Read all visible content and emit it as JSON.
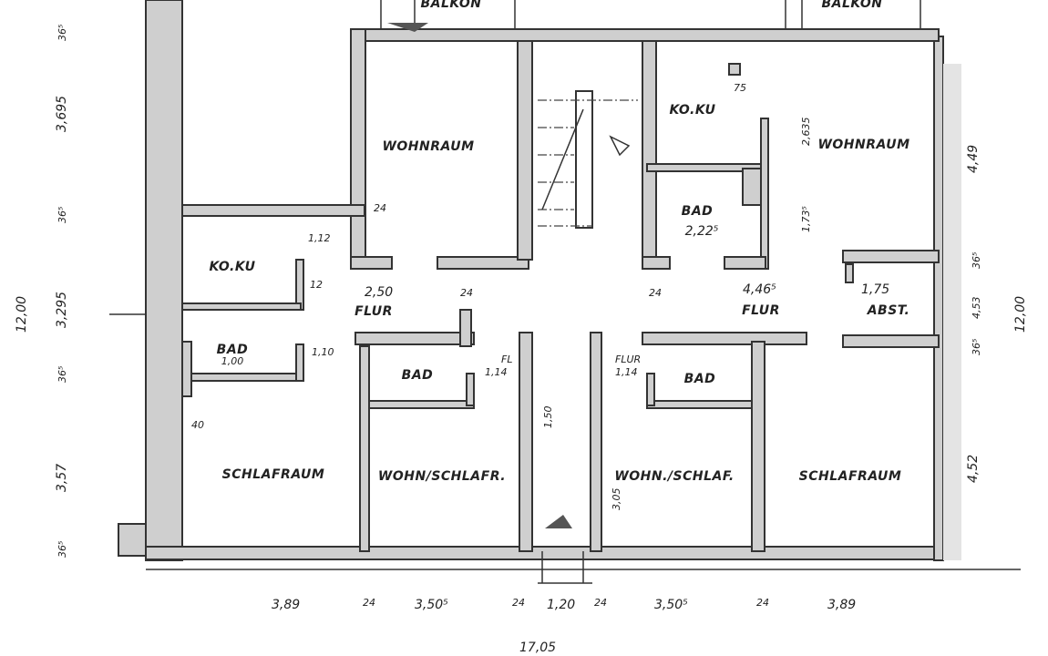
{
  "rooms": {
    "balkon_left": "BALKON",
    "balkon_right": "BALKON",
    "wohnraum_left": "WOHNRAUM",
    "wohnraum_right": "WOHNRAUM",
    "koku_left": "KO.KU",
    "koku_right": "KO.KU",
    "bad_right_upper": "BAD",
    "bad_right_upper_dim": "2,22⁵",
    "flur_left": "FLUR",
    "flur_right": "FLUR",
    "abst": "ABST.",
    "bad_left_small": "BAD",
    "bad_left_small_dim": "1,00",
    "bad_left": "BAD",
    "bad_right": "BAD",
    "fl_left": "FL",
    "flur_small_right": "FLUR",
    "schlafraum_left": "SCHLAFRAUM",
    "wohn_schlaf_left": "WOHN/SCHLAFR.",
    "wohn_schlaf_right": "WOHN./SCHLAF.",
    "schlafraum_right": "SCHLAFRAUM"
  },
  "dimensions": {
    "left_vertical": [
      "3,695",
      "3,295",
      "3,57",
      "12,00"
    ],
    "left_small": [
      "36⁵",
      "36⁵",
      "36⁵",
      "36⁵"
    ],
    "right_vertical": [
      "4,49",
      "4,52",
      "12,00",
      "4,53"
    ],
    "right_small": [
      "36⁵",
      "36⁵"
    ],
    "bottom": [
      "3,89",
      "24",
      "3,50⁵",
      "24",
      "1,20",
      "24",
      "3,50⁵",
      "24",
      "3,89"
    ],
    "total": "17,05",
    "inner": {
      "d_112": "1,12",
      "d_250": "2,50",
      "d_24a": "24",
      "d_24b": "24",
      "d_24c": "24",
      "d_446": "4,46⁵",
      "d_175": "1,75",
      "d_2635": "2,635",
      "d_1735": "1,73⁵",
      "d_75": "75",
      "d_110": "1,10",
      "d_114a": "1,14",
      "d_114b": "1,14",
      "d_150": "1,50",
      "d_12": "12",
      "d_40": "40",
      "d_305": "3,05"
    }
  }
}
